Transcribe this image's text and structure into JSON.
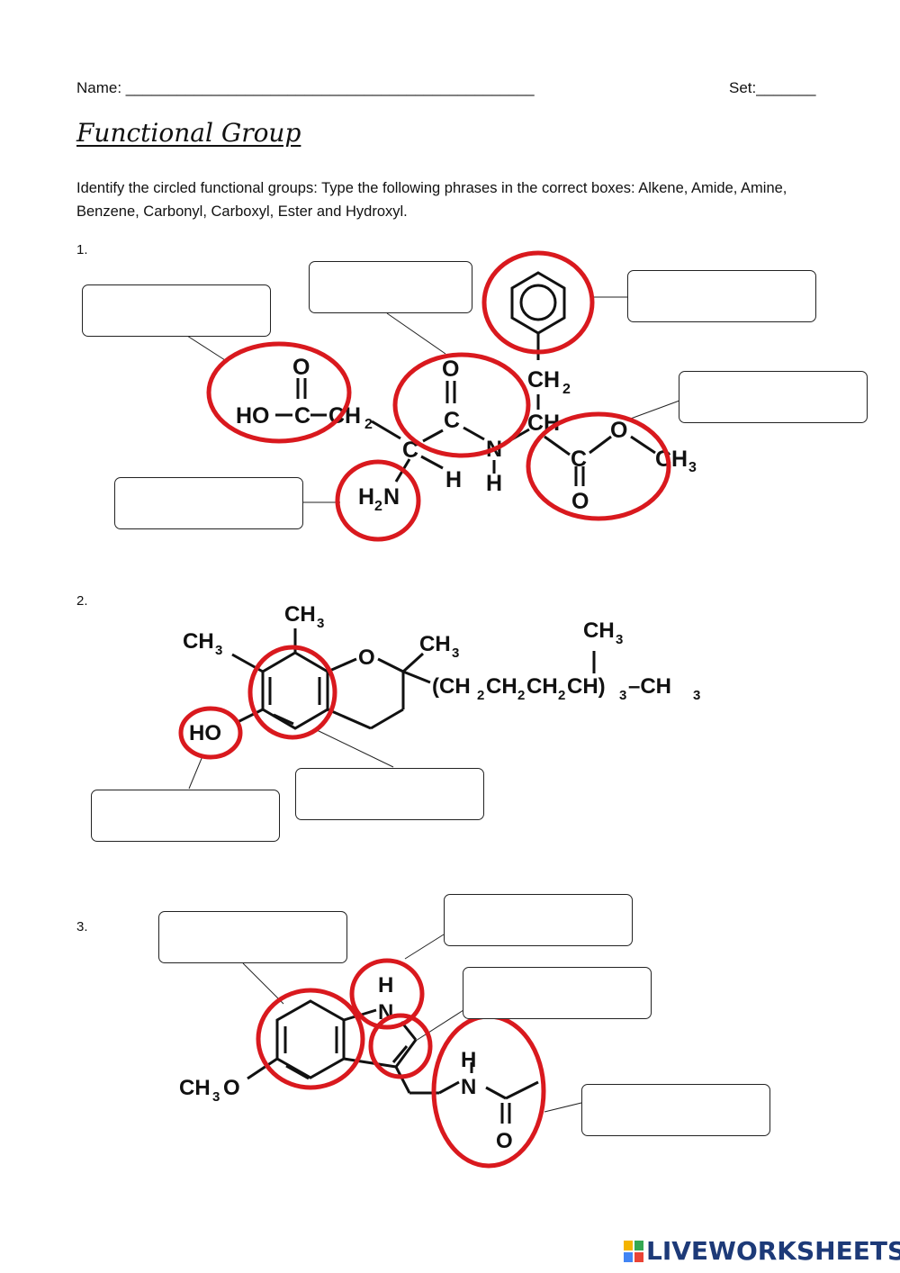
{
  "header": {
    "name_label": "Name: ________________________________________________",
    "set_label": "Set:_______"
  },
  "title": "Functional Group",
  "instructions": "Identify the circled functional groups: Type the following phrases in the correct boxes: Alkene, Amide, Amine, Benzene, Carbonyl, Carboxyl, Ester and Hydroxyl.",
  "questions": [
    {
      "number": "1."
    },
    {
      "number": "2."
    },
    {
      "number": "3."
    }
  ],
  "answer_boxes": {
    "q1_carboxyl": "",
    "q1_amide": "",
    "q1_benzene": "",
    "q1_ester": "",
    "q1_amine": "",
    "q2_hydroxyl": "",
    "q2_benzene": "",
    "q3_benzene": "",
    "q3_amine": "",
    "q3_alkene": "",
    "q3_amide": ""
  },
  "molecule_labels": {
    "q1": {
      "o": "O",
      "ho": "HO",
      "c": "C",
      "ch2": "CH",
      "two": "2",
      "n": "N",
      "h": "H",
      "h2": "H",
      "ch": "CH",
      "ch3": "CH",
      "three": "3"
    },
    "q2": {
      "ch3": "CH",
      "three": "3",
      "o": "O",
      "ho": "HO",
      "chain": "(CH",
      "chain2": "CH",
      "chain3": "CH",
      "chain4": "CH)",
      "tail": "–CH"
    },
    "q3": {
      "ch3o": "CH",
      "three": "3",
      "o": "O",
      "h": "H",
      "n": "N"
    }
  },
  "branding": {
    "logo_text": "LIVEWORKSHEETS"
  },
  "colors": {
    "circle": "#d9191e",
    "brand": "#1d3a78"
  }
}
